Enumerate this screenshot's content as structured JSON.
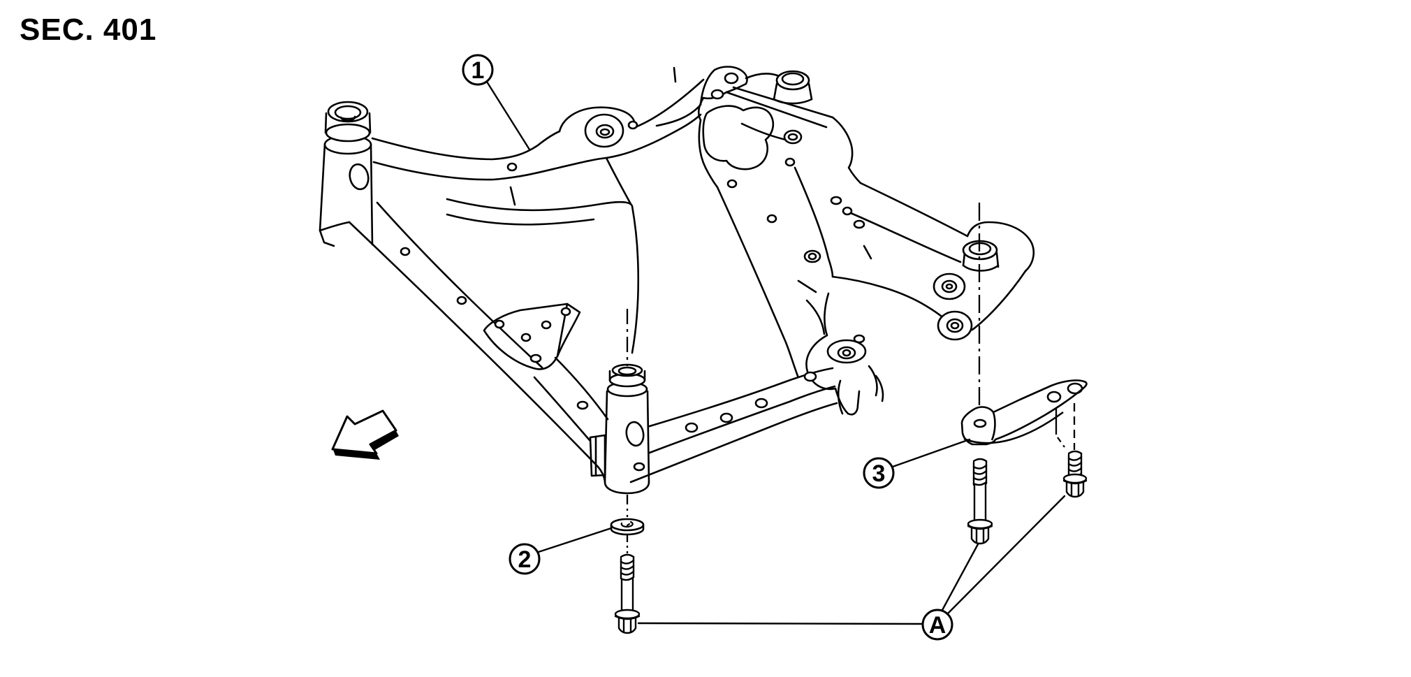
{
  "header": {
    "section_label": "SEC. 401"
  },
  "diagram": {
    "colors": {
      "line": "#000000",
      "background": "#ffffff"
    },
    "callouts": [
      {
        "label": "1"
      },
      {
        "label": "2"
      },
      {
        "label": "3"
      },
      {
        "label": "A"
      }
    ],
    "icons": {
      "front_direction_arrow": "front-direction-arrow"
    }
  }
}
